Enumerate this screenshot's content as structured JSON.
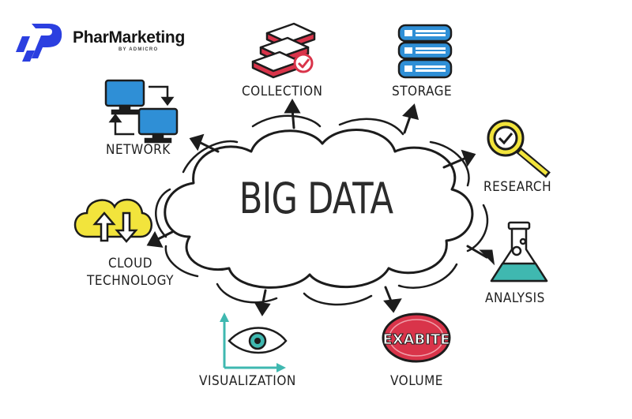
{
  "brand": {
    "name": "PharMarketing",
    "tagline": "BY ADMICRO"
  },
  "diagram": {
    "title": "BIG DATA",
    "nodes": {
      "collection": "COLLECTION",
      "storage": "STORAGE",
      "network": "NETWORK",
      "research": "RESEARCH",
      "cloud_line1": "CLOUD",
      "cloud_line2": "TECHNOLOGY",
      "analysis": "ANALYSIS",
      "visualization": "VISUALIZATION",
      "volume": "VOLUME",
      "volume_badge": "EXABITE"
    }
  },
  "colors": {
    "brand_blue": "#2b3fe0",
    "icon_blue": "#2f8fd6",
    "icon_yellow": "#f2e43c",
    "icon_red": "#d9344a",
    "icon_teal": "#3fb8b0",
    "outline": "#1c1c1c"
  }
}
